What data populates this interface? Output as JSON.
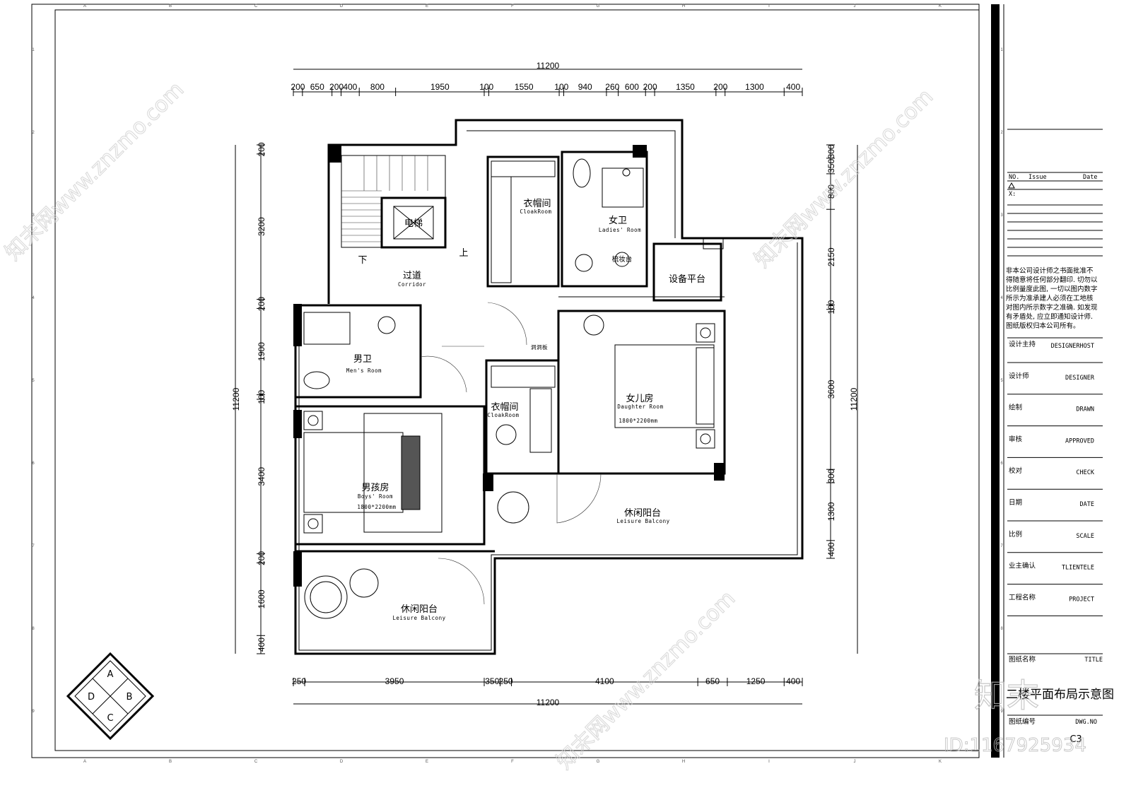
{
  "grid": {
    "columns": [
      "A",
      "B",
      "C",
      "D",
      "E",
      "F",
      "G",
      "H",
      "I",
      "J",
      "K"
    ],
    "rows": [
      "1",
      "2",
      "3",
      "4",
      "5",
      "6",
      "7",
      "8",
      "9"
    ]
  },
  "dimensions": {
    "top_total": "11200",
    "top": [
      200,
      650,
      200,
      400,
      800,
      1950,
      100,
      1550,
      100,
      940,
      260,
      600,
      200,
      1350,
      200,
      1300,
      400
    ],
    "bottom_total": "11200",
    "bottom": [
      250,
      3950,
      350,
      250,
      4100,
      650,
      1250,
      400
    ],
    "left_total": "11200",
    "left": [
      200,
      3200,
      200,
      1900,
      100,
      3400,
      200,
      1600,
      400
    ],
    "right_total": "11200",
    "right": [
      300,
      350,
      800,
      2150,
      100,
      3600,
      300,
      1300,
      400
    ]
  },
  "rooms": {
    "corridor": {
      "cn": "过道",
      "en": "Corridor"
    },
    "elevator": {
      "cn": "电梯"
    },
    "stairs_down": "下",
    "stairs_up": "上",
    "cloak_top": {
      "cn": "衣帽间",
      "en": "CloakRoom"
    },
    "ladies": {
      "cn": "女卫",
      "en": "Ladies' Room"
    },
    "dresser": "梳妆台",
    "equipment": {
      "cn": "设备平台"
    },
    "mens": {
      "cn": "男卫",
      "en": "Men's Room"
    },
    "pegboard": "洞洞板",
    "cloak_mid": {
      "cn": "衣帽间",
      "en": "CloakRoom"
    },
    "daughter": {
      "cn": "女儿房",
      "en": "Daughter Room",
      "bed": "1800*2200mm"
    },
    "boys": {
      "cn": "男孩房",
      "en": "Boys' Room",
      "bed": "1800*2200mm"
    },
    "balcony_big": {
      "cn": "休闲阳台",
      "en": "Leisure Balcony"
    },
    "balcony_small": {
      "cn": "休闲阳台",
      "en": "Leisure Balcony"
    }
  },
  "compass": {
    "letters": [
      "A",
      "B",
      "C",
      "D"
    ]
  },
  "title_block": {
    "revision_header": {
      "no": "NO.",
      "issue": "Issue",
      "date": "Date"
    },
    "revision_mark": "X:",
    "notice": [
      "非本公司设计师之书面批准不",
      "得随意将任何部分翻印. 切勿以",
      "比例量度此图, 一切以图内数字",
      "所示为准承建人必须在工地核",
      "对图内所示数字之准确. 如发现",
      "有矛盾处, 应立即通知设计师.",
      "图纸版权归本公司所有。"
    ],
    "fields": [
      {
        "cn": "设计主持",
        "en": "DESIGNERHOST"
      },
      {
        "cn": "设计师",
        "en": "DESIGNER"
      },
      {
        "cn": "绘制",
        "en": "DRAWN"
      },
      {
        "cn": "审核",
        "en": "APPROVED"
      },
      {
        "cn": "校对",
        "en": "CHECK"
      },
      {
        "cn": "日期",
        "en": "DATE"
      },
      {
        "cn": "比例",
        "en": "SCALE"
      },
      {
        "cn": "业主确认",
        "en": "TLIENTELE"
      },
      {
        "cn": "工程名称",
        "en": "PROJECT"
      }
    ],
    "drawing_name_label": {
      "cn": "图纸名称",
      "en": "TITLE"
    },
    "drawing_name": "二楼平面布局示意图",
    "drawing_no_label": {
      "cn": "图纸编号",
      "en": "DWG.NO"
    },
    "drawing_no": "C3"
  },
  "watermark": {
    "logo": "知末",
    "id": "ID:1167925934",
    "site": "知末网www.znzmo.com"
  }
}
